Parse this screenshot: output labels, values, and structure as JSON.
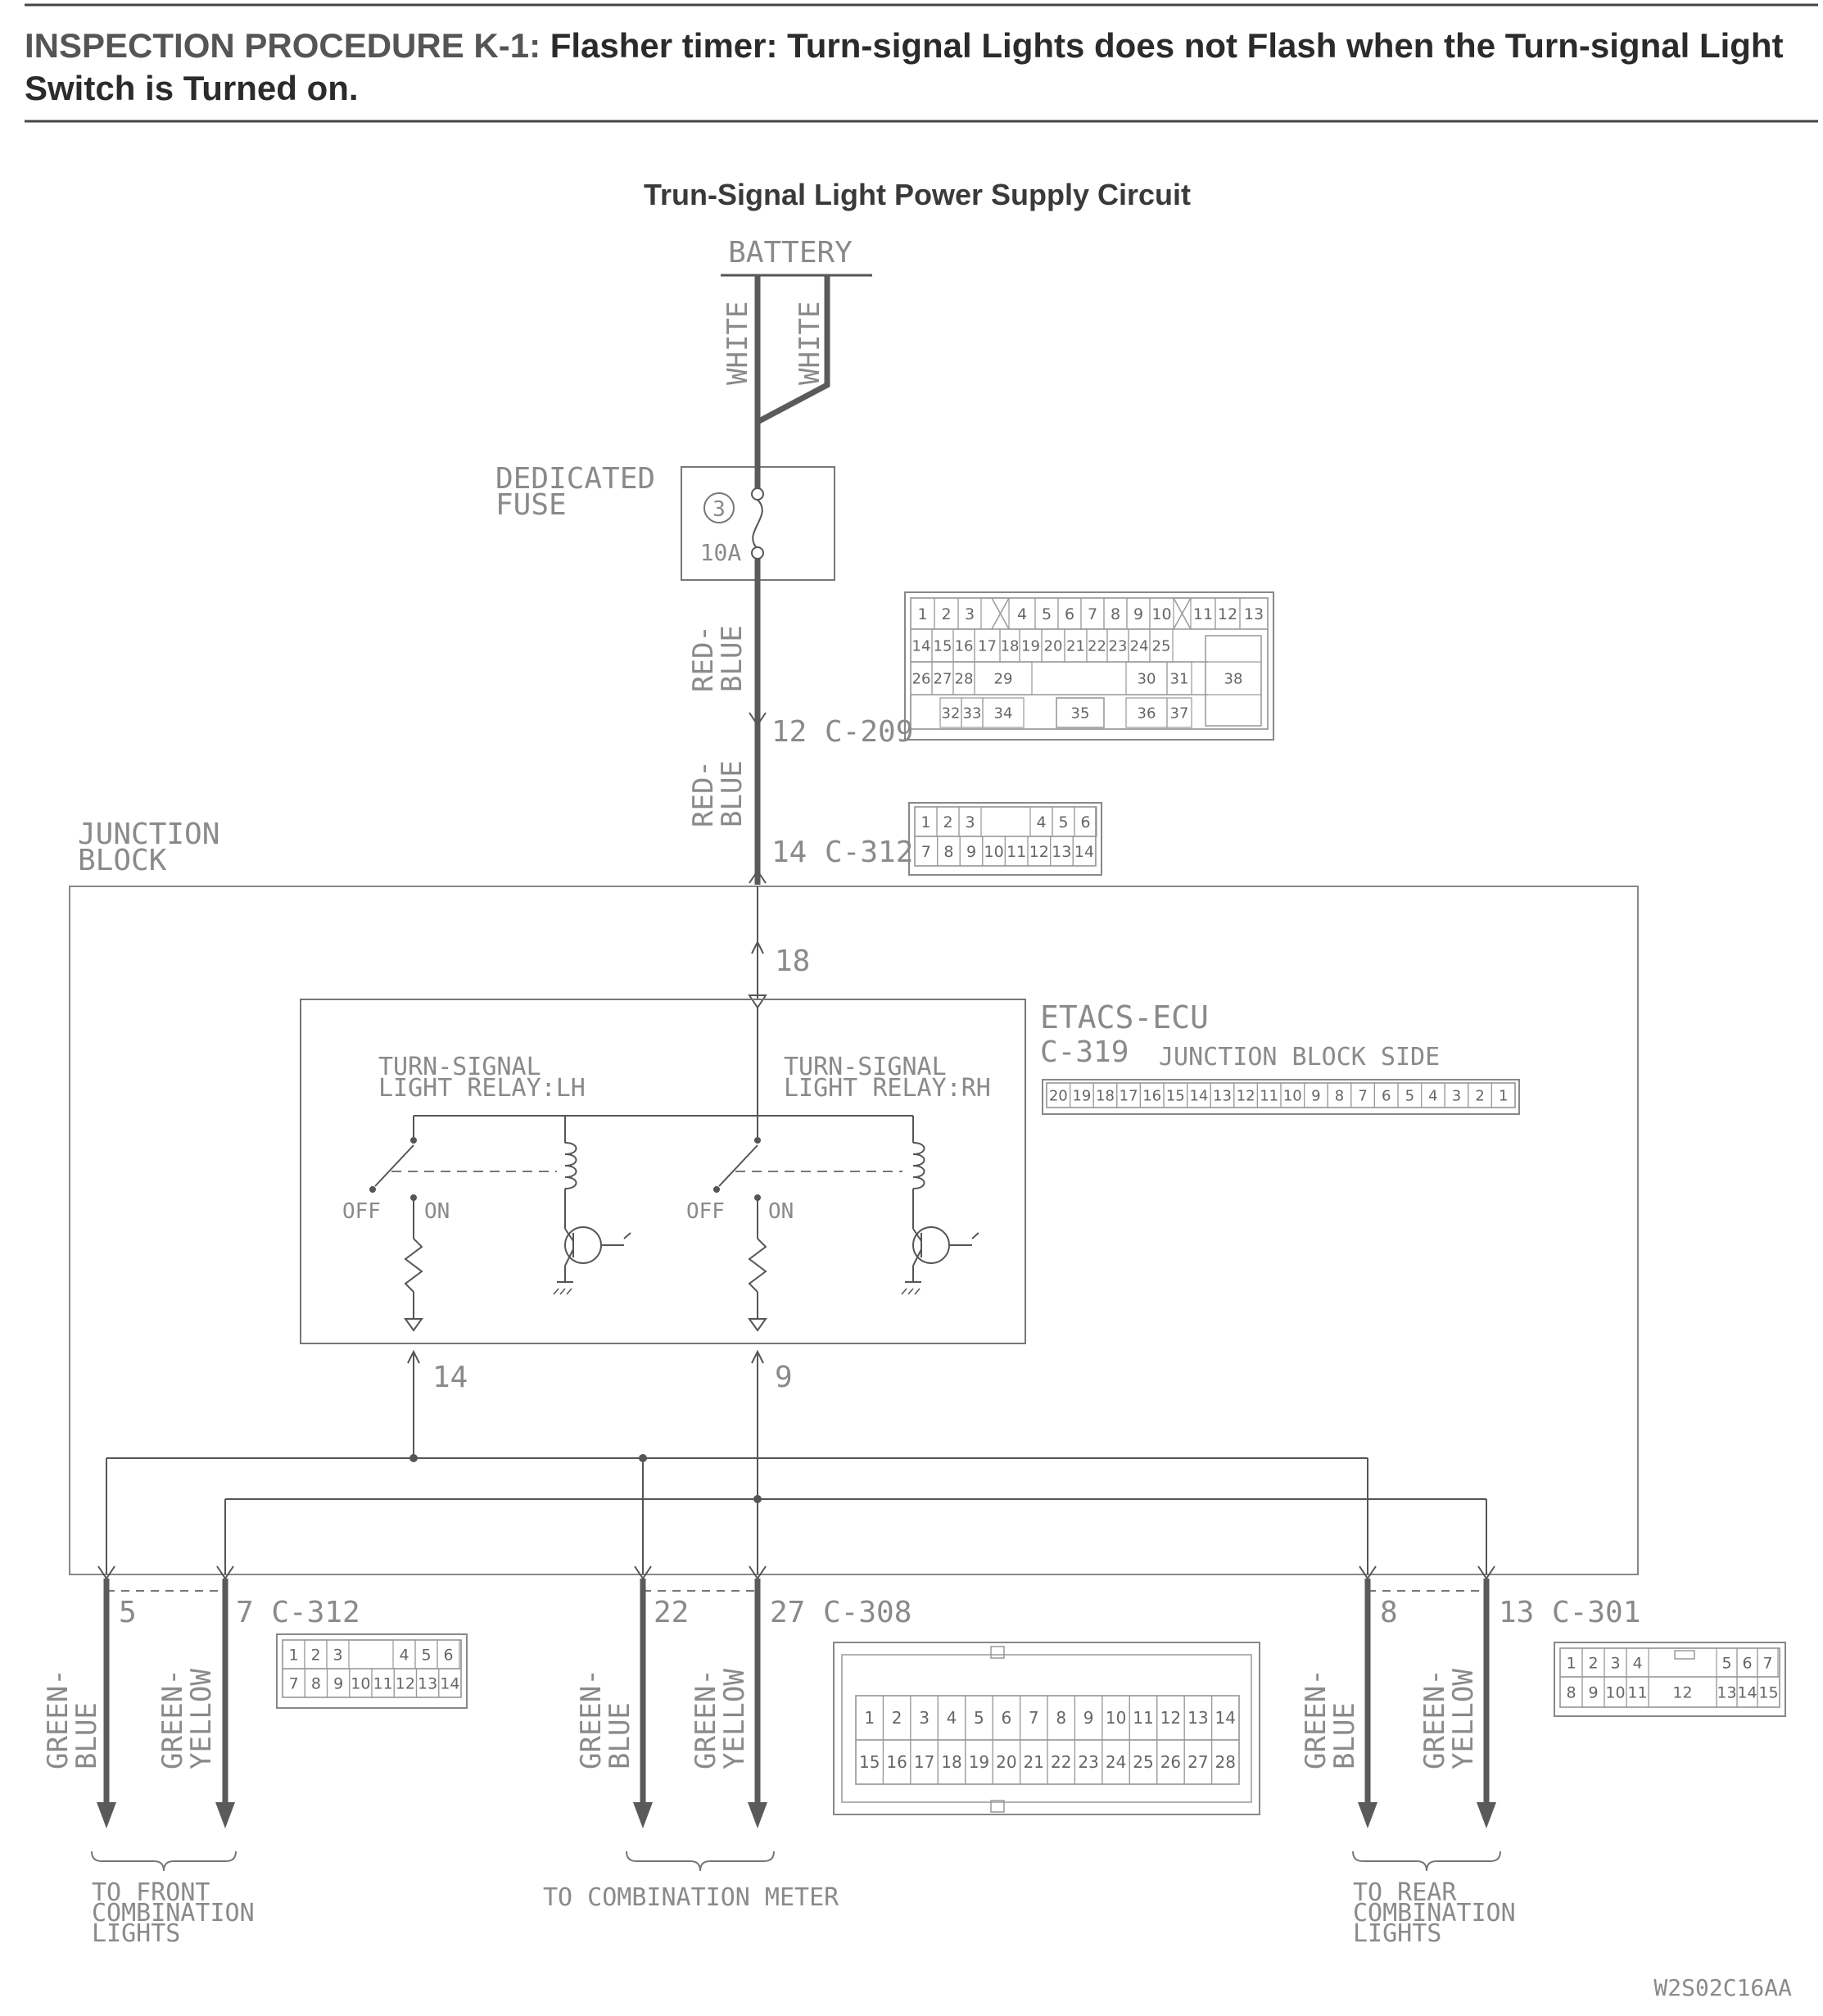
{
  "header": {
    "procedure": "INSPECTION PROCEDURE K-1:",
    "text": "Flasher timer: Turn-signal Lights does not Flash when the Turn-signal Light Switch is Turned on."
  },
  "diagram": {
    "subtitle": "Trun-Signal Light Power Supply Circuit",
    "battery": "BATTERY",
    "wire_white": "WHITE",
    "fuse_label_1": "DEDICATED",
    "fuse_label_2": "FUSE",
    "fuse_number": "3",
    "fuse_rating": "10A",
    "wire_red_1": "RED-",
    "wire_blue": "BLUE",
    "pin_c209": "12 C-209",
    "pin_c312_top": "14 C-312",
    "junction_1": "JUNCTION",
    "junction_2": "BLOCK",
    "pin_18": "18",
    "ecu_name": "ETACS-ECU",
    "ecu_conn": "C-319",
    "ecu_side": "JUNCTION BLOCK SIDE",
    "relay_lh_1": "TURN-SIGNAL",
    "relay_lh_2": "LIGHT RELAY:LH",
    "relay_rh_1": "TURN-SIGNAL",
    "relay_rh_2": "LIGHT RELAY:RH",
    "off": "OFF",
    "on": "ON",
    "pin_14": "14",
    "pin_9": "9",
    "pin_5": "5",
    "pin_7c312": "7 C-312",
    "pin_22": "22",
    "pin_27c308": "27 C-308",
    "pin_8": "8",
    "pin_13c301": "13 C-301",
    "green_1": "GREEN-",
    "green_blue": "BLUE",
    "green_yellow": "YELLOW",
    "dest_front_1": "TO FRONT",
    "dest_front_2": "COMBINATION",
    "dest_front_3": "LIGHTS",
    "dest_meter": "TO COMBINATION METER",
    "dest_rear_1": "TO REAR",
    "dest_rear_2": "COMBINATION",
    "dest_rear_3": "LIGHTS",
    "figure_code": "W2S02C16AA"
  },
  "connectors": {
    "c209_row1": [
      "1",
      "2",
      "3",
      "4",
      "5",
      "6",
      "7",
      "8",
      "9",
      "10",
      "11",
      "12",
      "13"
    ],
    "c209_row2": [
      "14",
      "15",
      "16",
      "17",
      "18",
      "19",
      "20",
      "21",
      "22",
      "23",
      "24",
      "25"
    ],
    "c209_row3": [
      "26",
      "27",
      "28",
      "29",
      "30",
      "31",
      "38"
    ],
    "c209_row4": [
      "32",
      "33",
      "34",
      "35",
      "36",
      "37"
    ],
    "c312_row1": [
      "1",
      "2",
      "3",
      "4",
      "5",
      "6"
    ],
    "c312_row2": [
      "7",
      "8",
      "9",
      "10",
      "11",
      "12",
      "13",
      "14"
    ],
    "c319_cells": [
      "20",
      "19",
      "18",
      "17",
      "16",
      "15",
      "14",
      "13",
      "12",
      "11",
      "10",
      "9",
      "8",
      "7",
      "6",
      "5",
      "4",
      "3",
      "2",
      "1"
    ],
    "c308_row1": [
      "1",
      "2",
      "3",
      "4",
      "5",
      "6",
      "7",
      "8",
      "9",
      "10",
      "11",
      "12",
      "13",
      "14"
    ],
    "c308_row2": [
      "15",
      "16",
      "17",
      "18",
      "19",
      "20",
      "21",
      "22",
      "23",
      "24",
      "25",
      "26",
      "27",
      "28"
    ],
    "c301_row1": [
      "1",
      "2",
      "3",
      "4",
      "5",
      "6",
      "7"
    ],
    "c301_row2": [
      "8",
      "9",
      "10",
      "11",
      "12",
      "13",
      "14",
      "15"
    ]
  },
  "colors": {
    "line": "#555555",
    "heavy": "#5a5a5a",
    "text": "#8a8a8a",
    "title": "#2b2b2b"
  }
}
